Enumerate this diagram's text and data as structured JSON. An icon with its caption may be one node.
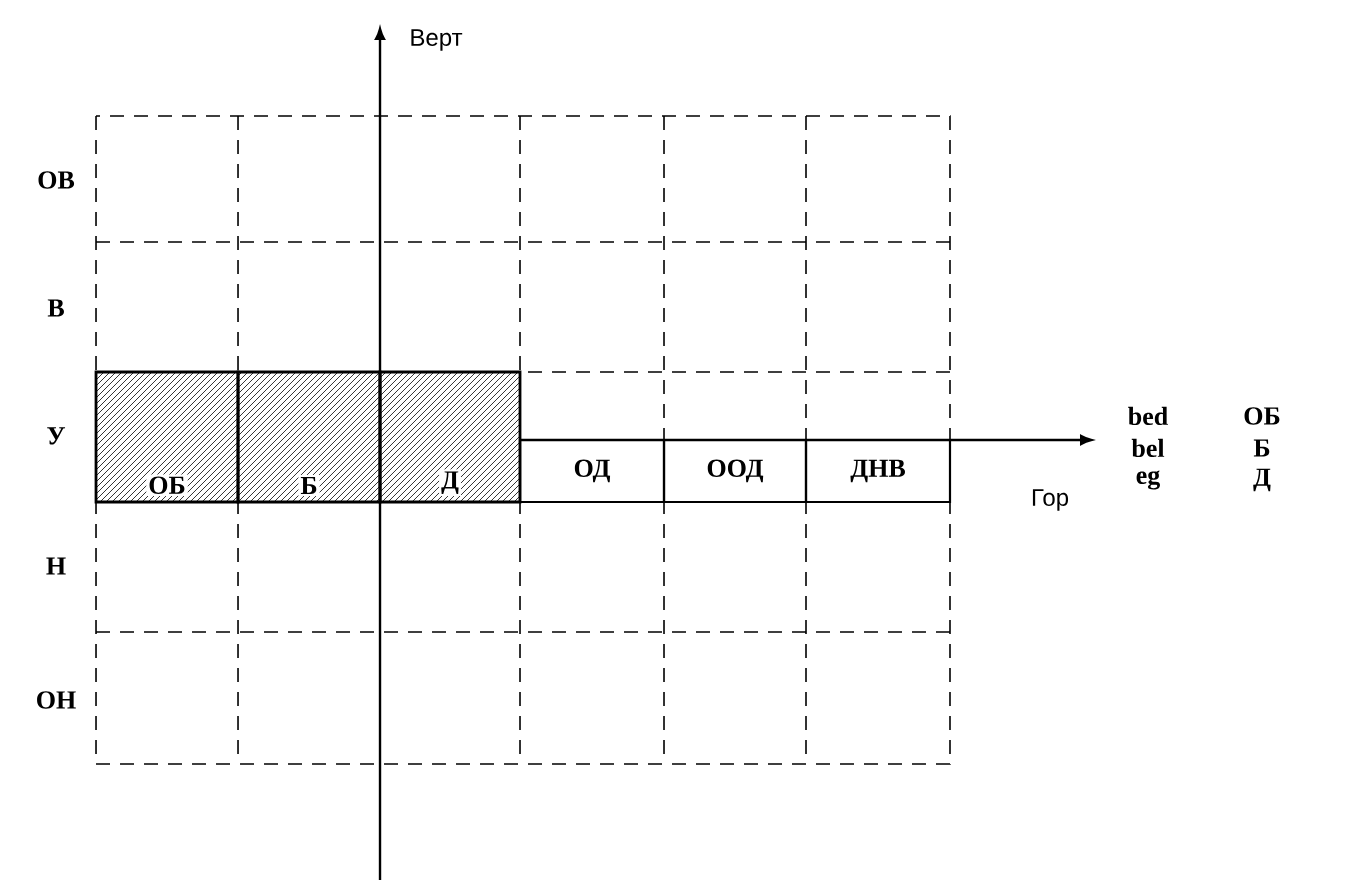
{
  "diagram": {
    "nodes": [
      {
        "text": [
          "ОБ"
        ]
      },
      {
        "text": [
          "Б"
        ]
      },
      {
        "text": [
          "Д"
        ]
      },
      {
        "text": [
          "ОД"
        ]
      },
      {
        "text": [
          "ООД"
        ]
      },
      {
        "text": [
          "ДНВ"
        ]
      }
    ],
    "labels": [
      "Верт",
      "ОВ",
      "В",
      "У",
      "bed",
      "ОБ",
      "bel",
      "Б",
      "Гор",
      "eg",
      "Д",
      "Н",
      "ОН"
    ]
  }
}
